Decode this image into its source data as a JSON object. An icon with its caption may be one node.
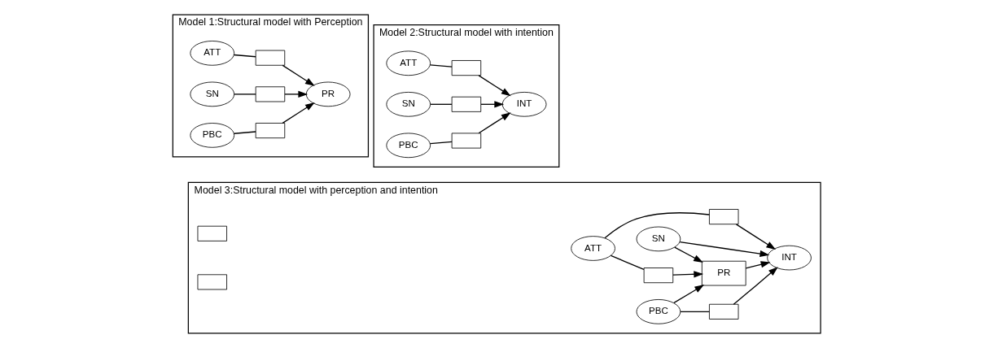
{
  "diagram": {
    "nodes": [
      {
        "text": [
          "Model 1:Structural model with Perception"
        ]
      },
      {
        "text": [
          "ATT"
        ],
        "in": 0
      },
      {
        "text": [
          "SN"
        ],
        "in": 0
      },
      {
        "text": [
          "PBC"
        ],
        "in": 0
      },
      {
        "text": [],
        "shape": "box",
        "in": 0
      },
      {
        "text": [],
        "shape": "box",
        "in": 0
      },
      {
        "text": [],
        "shape": "box",
        "in": 0
      },
      {
        "text": [
          "PR"
        ],
        "in": 0
      },
      {
        "text": [
          "Model 2:Structural model with intention"
        ]
      },
      {
        "text": [
          "ATT"
        ],
        "in": 8
      },
      {
        "text": [
          "SN"
        ],
        "in": 8
      },
      {
        "text": [
          "PBC"
        ],
        "in": 8
      },
      {
        "text": [],
        "shape": "box",
        "in": 8
      },
      {
        "text": [],
        "shape": "box",
        "in": 8
      },
      {
        "text": [],
        "shape": "box",
        "in": 8
      },
      {
        "text": [
          "INT"
        ],
        "in": 8
      },
      {
        "text": [
          "Model 3:Structural model with perception and intention"
        ]
      },
      {
        "text": [
          "ATT"
        ],
        "in": 16
      },
      {
        "text": [
          "SN"
        ],
        "in": 16
      },
      {
        "text": [
          "PBC"
        ],
        "in": 16
      },
      {
        "text": [],
        "shape": "box",
        "in": 16
      },
      {
        "text": [],
        "shape": "box",
        "in": 16
      },
      {
        "text": [],
        "shape": "box",
        "in": 16
      },
      {
        "text": [
          "PR"
        ],
        "in": 16
      },
      {
        "text": [],
        "shape": "box",
        "in": 16
      },
      {
        "text": [],
        "shape": "box",
        "in": 16
      },
      {
        "text": [
          "INT"
        ],
        "in": 16
      }
    ],
    "edges": [
      {
        "from": 1,
        "to": 4,
        "arrow": "none"
      },
      {
        "from": 4,
        "to": 7,
        "arrow": "to"
      },
      {
        "from": 2,
        "to": 5,
        "arrow": "none"
      },
      {
        "from": 5,
        "to": 7,
        "arrow": "to"
      },
      {
        "from": 3,
        "to": 6,
        "arrow": "none"
      },
      {
        "from": 6,
        "to": 7,
        "arrow": "to"
      },
      {
        "from": 9,
        "to": 12,
        "arrow": "none"
      },
      {
        "from": 12,
        "to": 15,
        "arrow": "to"
      },
      {
        "from": 10,
        "to": 13,
        "arrow": "none"
      },
      {
        "from": 13,
        "to": 15,
        "arrow": "to"
      },
      {
        "from": 11,
        "to": 14,
        "arrow": "none"
      },
      {
        "from": 14,
        "to": 15,
        "arrow": "to"
      },
      {
        "from": 17,
        "to": 20,
        "arrow": "none"
      },
      {
        "from": 20,
        "to": 23,
        "arrow": "to"
      },
      {
        "from": 17,
        "to": 21,
        "arrow": "none"
      },
      {
        "from": 21,
        "to": 26,
        "arrow": "to"
      },
      {
        "from": 18,
        "to": 23,
        "arrow": "to"
      },
      {
        "from": 18,
        "to": 26,
        "arrow": "to"
      },
      {
        "from": 19,
        "to": 23,
        "arrow": "to"
      },
      {
        "from": 19,
        "to": 24,
        "arrow": "none"
      },
      {
        "from": 24,
        "to": 26,
        "arrow": "to"
      },
      {
        "from": 23,
        "to": 26,
        "arrow": "to"
      }
    ]
  }
}
